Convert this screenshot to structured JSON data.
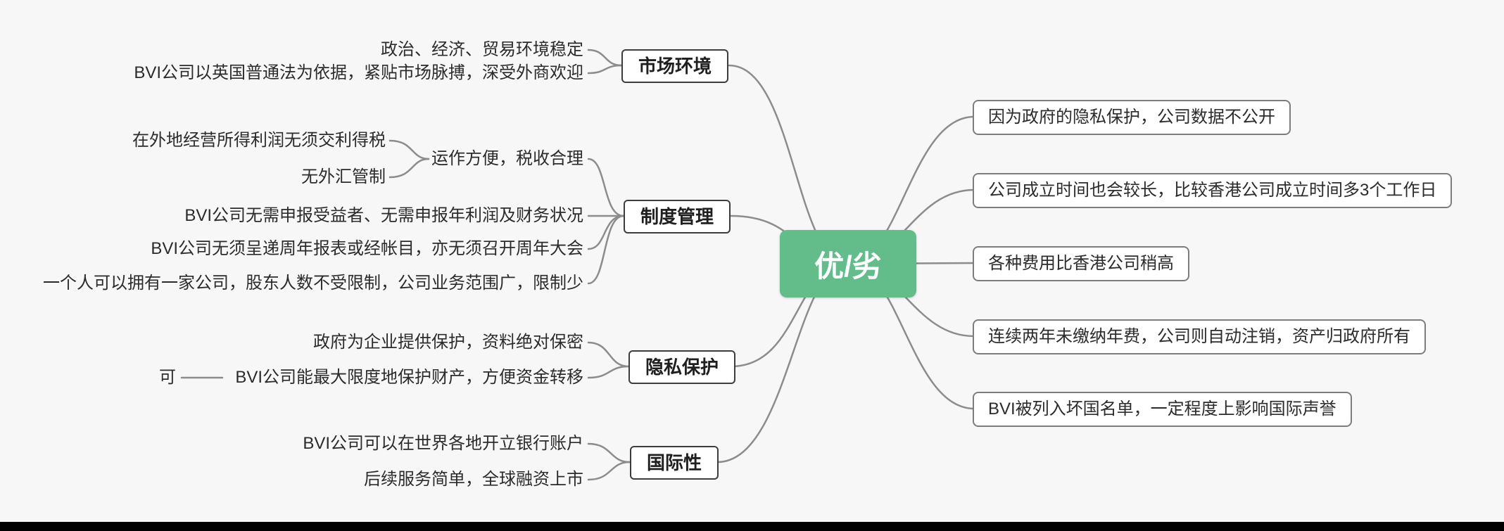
{
  "center": {
    "label": "优/劣"
  },
  "colors": {
    "background": "#f7f7f7",
    "center_bg": "#63bd8b",
    "center_text": "#ffffff",
    "connector": "#8c8c8c",
    "category_border": "#3d3d3d",
    "right_box_border": "#7d7d7d",
    "bottom_bar": "#000000"
  },
  "left": [
    {
      "label": "市场环境",
      "leaves": [
        {
          "text": "政治、经济、贸易环境稳定"
        },
        {
          "text": "BVI公司以英国普通法为依据，紧贴市场脉搏，深受外商欢迎"
        }
      ]
    },
    {
      "label": "制度管理",
      "leaves": [
        {
          "text": "运作方便，税收合理",
          "children": [
            {
              "text": "在外地经营所得利润无须交利得税"
            },
            {
              "text": "无外汇管制"
            }
          ]
        },
        {
          "text": "BVI公司无需申报受益者、无需申报年利润及财务状况"
        },
        {
          "text": "BVI公司无须呈递周年报表或经帐目，亦无须召开周年大会"
        },
        {
          "text": "一个人可以拥有一家公司，股东人数不受限制，公司业务范围广，限制少"
        }
      ]
    },
    {
      "label": "隐私保护",
      "leaves": [
        {
          "text": "政府为企业提供保护，资料绝对保密"
        },
        {
          "text": "BVI公司能最大限度地保护财产，方便资金转移",
          "children": [
            {
              "text": "可"
            }
          ]
        }
      ]
    },
    {
      "label": "国际性",
      "leaves": [
        {
          "text": "BVI公司可以在世界各地开立银行账户"
        },
        {
          "text": "后续服务简单，全球融资上市"
        }
      ]
    }
  ],
  "right": [
    {
      "text": "因为政府的隐私保护，公司数据不公开"
    },
    {
      "text": "公司成立时间也会较长，比较香港公司成立时间多3个工作日"
    },
    {
      "text": "各种费用比香港公司稍高"
    },
    {
      "text": "连续两年未缴纳年费，公司则自动注销，资产归政府所有"
    },
    {
      "text": "BVI被列入坏国名单，一定程度上影响国际声誉"
    }
  ]
}
